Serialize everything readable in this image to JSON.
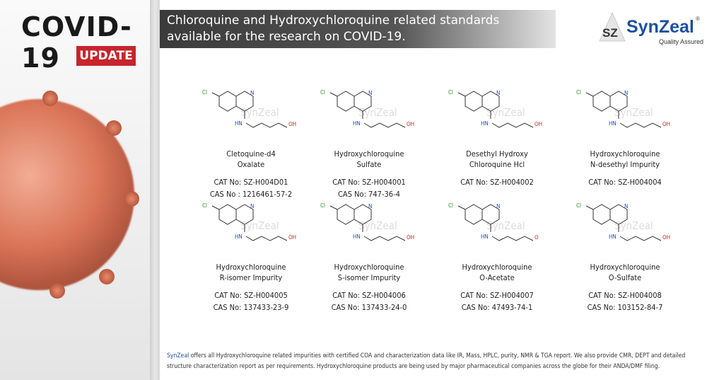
{
  "left": {
    "heading": "COVID-19",
    "badge": "UPDATE"
  },
  "banner": {
    "line1": "Chloroquine and Hydroxychloroquine related standards",
    "line2": "available for the research on COVID-19."
  },
  "logo": {
    "mark": "SZ",
    "name": "SynZeal",
    "tagline": "Quality Assured",
    "reg": "®"
  },
  "watermark": "SynZeal",
  "products": [
    {
      "name1": "Cletoquine-d4",
      "name2": "Oxalate",
      "cat": "CAT No: SZ-H004D01",
      "cas": "CAS No : 1216461-57-2"
    },
    {
      "name1": "Hydroxychloroquine",
      "name2": "Sulfate",
      "cat": "CAT No: SZ-H004001",
      "cas": "CAS No: 747-36-4"
    },
    {
      "name1": "Desethyl Hydroxy",
      "name2": "Chloroquine Hcl",
      "cat": "CAT No: SZ-H004002",
      "cas": ""
    },
    {
      "name1": "Hydroxychloroquine",
      "name2": "N-desethyl Impurity",
      "cat": "CAT No: SZ-H004004",
      "cas": ""
    },
    {
      "name1": "Hydroxychloroquine",
      "name2": "R-isomer Impurity",
      "cat": "CAT No: SZ-H004005",
      "cas": "CAS No: 137433-23-9"
    },
    {
      "name1": "Hydroxychloroquine",
      "name2": "S-isomer Impurity",
      "cat": "CAT No: SZ-H004006",
      "cas": "CAS No: 137433-24-0"
    },
    {
      "name1": "Hydroxychloroquine",
      "name2": "O-Acetate",
      "cat": "CAT No: SZ-H004007",
      "cas": "CAS No: 47493-74-1"
    },
    {
      "name1": "Hydroxychloroquine",
      "name2": "O-Sulfate",
      "cat": "CAT No: SZ-H004008",
      "cas": "CAS No: 103152-84-7"
    }
  ],
  "atoms": {
    "cl": "Cl",
    "n": "N",
    "hn": "HN",
    "end": [
      "OH",
      "OH",
      "OH",
      "OH",
      "OH",
      "OH",
      "O",
      "OH"
    ]
  },
  "footer": {
    "brand1": "Syn",
    "brand2": "Zeal",
    "text": " offers all Hydroxychloroquine related impurities with certified COA and characterization data like IR, Mass, HPLC, purity, NMR & TGA report. We also provide CMR, DEPT and detailed structure characterization report as per requirements. Hydroxychloroquine products are being used by major pharmaceutical companies across the globe for their ANDA/DMF filing."
  },
  "colors": {
    "brand": "#1e4fa0",
    "badge": "#c8242b"
  }
}
